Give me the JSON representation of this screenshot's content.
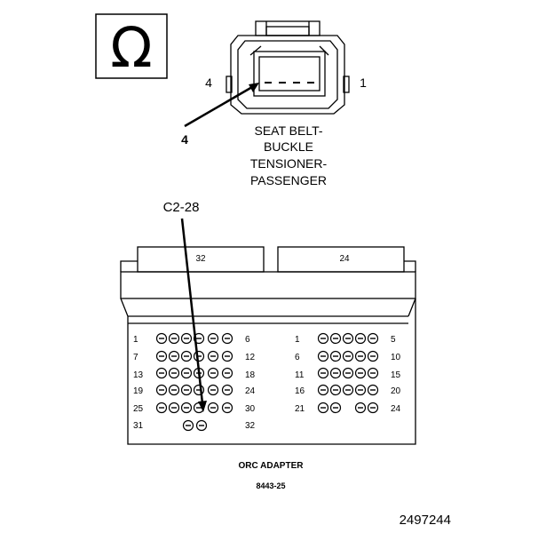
{
  "symbol": {
    "glyph": "Ω",
    "icon": "ohm-icon"
  },
  "connector_top": {
    "left_pin": "4",
    "right_pin": "1",
    "callout": "4",
    "name_lines": [
      "SEAT BELT-",
      "BUCKLE",
      "TENSIONER-",
      "PASSENGER"
    ]
  },
  "callout_c2": "C2-28",
  "adapter": {
    "left_block": {
      "header": "32",
      "row_start": [
        "1",
        "7",
        "13",
        "19",
        "25",
        "31"
      ],
      "row_end": [
        "6",
        "12",
        "18",
        "24",
        "30",
        "32"
      ]
    },
    "right_block": {
      "header": "24",
      "row_start": [
        "1",
        "6",
        "11",
        "16",
        "21"
      ],
      "row_end": [
        "5",
        "10",
        "15",
        "20",
        "24"
      ]
    }
  },
  "caption": "ORC ADAPTER",
  "part_number": "8443-25",
  "figure_number": "2497244"
}
